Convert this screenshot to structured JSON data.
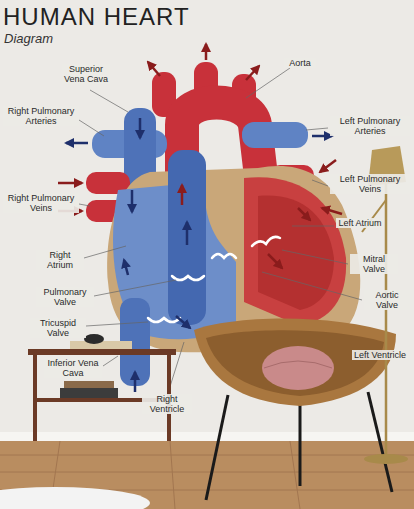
{
  "diagram": {
    "title": "HUMAN HEART",
    "labels": [
      "Diagram",
      "Superior Vena Cava",
      "Aorta",
      "Right Pulmonary Arteries",
      "Left Pulmonary Arteries",
      "Right Pulmonary Veins",
      "Left Pulmonary Veins",
      "Left Atrium",
      "Right Atrium",
      "Mitral Valve",
      "Pulmonary Valve",
      "Aortic Valve",
      "Tricuspid Valve",
      "Inferior Vena Cava",
      "Right Ventricle",
      "Left Ventricle"
    ]
  }
}
